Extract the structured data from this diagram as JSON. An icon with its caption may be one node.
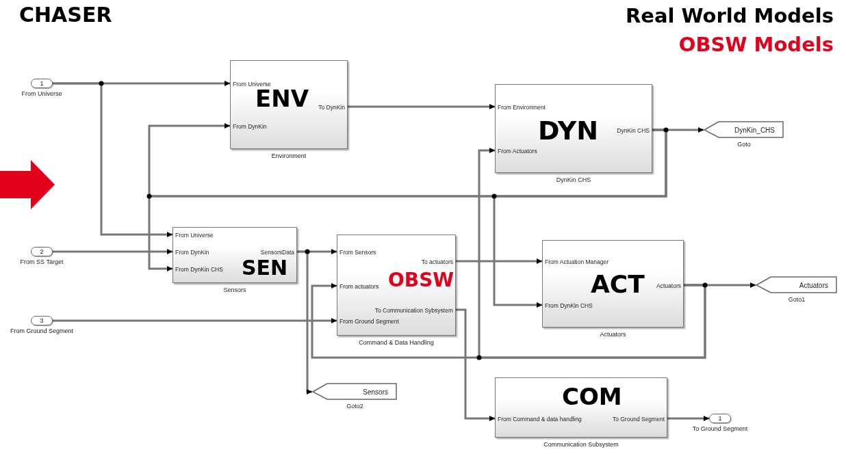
{
  "diagram": {
    "title": "CHASER",
    "nodes": [
      {
        "text": [
          "1"
        ],
        "beside": [
          "From Universe"
        ]
      },
      {
        "text": [
          "ENV",
          "From Universe",
          "From DynKin",
          "To DynKin"
        ],
        "beside": [
          "Environment"
        ]
      },
      {
        "text": [
          "DYN",
          "From Environment",
          "From Actuators",
          "DynKin CHS"
        ],
        "beside": [
          "DynKin CHS"
        ]
      },
      {
        "text": [
          "DynKin_CHS"
        ],
        "beside": [
          "Goto"
        ]
      },
      {
        "text": [
          "2"
        ],
        "beside": [
          "From SS Target"
        ]
      },
      {
        "text": [
          "SEN",
          "From Universe",
          "From DynKin",
          "From DynKin CHS",
          "SensorsData"
        ],
        "beside": [
          "Sensors"
        ]
      },
      {
        "text": [
          "OBSW",
          "From Sensors",
          "From actuators",
          "From Ground Segment",
          "To actuators",
          "To Communication Sybsystem"
        ],
        "beside": [
          "Command & Data Handling"
        ]
      },
      {
        "text": [
          "3"
        ],
        "beside": [
          "From Ground Segment"
        ]
      },
      {
        "text": [
          "ACT",
          "From Actuation Manager",
          "From DynKin CHS",
          "Actuators"
        ],
        "beside": [
          "Actuators"
        ]
      },
      {
        "text": [
          "Actuators"
        ],
        "beside": [
          "Goto1"
        ]
      },
      {
        "text": [
          "Sensors"
        ],
        "beside": [
          "Goto2"
        ]
      },
      {
        "text": [
          "COM",
          "From Command & data handling",
          "To Ground Segment"
        ],
        "beside": [
          "Communication Subsystem"
        ]
      },
      {
        "text": [
          "1"
        ],
        "beside": [
          "To Ground Segment"
        ]
      }
    ],
    "edges": [
      {
        "from": 0,
        "to": 1,
        "arrow": "to"
      },
      {
        "from": 0,
        "to": 5,
        "arrow": "to"
      },
      {
        "from": 1,
        "to": 2,
        "arrow": "to"
      },
      {
        "from": 2,
        "to": 3,
        "arrow": "to"
      },
      {
        "from": 2,
        "to": 1,
        "arrow": "to"
      },
      {
        "from": 2,
        "to": 5,
        "arrow": "to"
      },
      {
        "from": 2,
        "to": 8,
        "arrow": "to"
      },
      {
        "from": 4,
        "to": 5,
        "arrow": "to"
      },
      {
        "from": 5,
        "to": 6,
        "arrow": "to"
      },
      {
        "from": 5,
        "to": 10,
        "arrow": "to"
      },
      {
        "from": 7,
        "to": 6,
        "arrow": "to"
      },
      {
        "from": 6,
        "to": 8,
        "arrow": "to"
      },
      {
        "from": 8,
        "to": 9,
        "arrow": "to"
      },
      {
        "from": 8,
        "to": 2,
        "arrow": "to"
      },
      {
        "from": 8,
        "to": 6,
        "arrow": "to"
      },
      {
        "from": 6,
        "to": 11,
        "arrow": "to"
      },
      {
        "from": 11,
        "to": 12,
        "arrow": "to"
      }
    ],
    "legend": [
      {
        "text": "Real World Models",
        "color": "#000000"
      },
      {
        "text": "OBSW Models",
        "color": "#e2001a"
      }
    ]
  }
}
